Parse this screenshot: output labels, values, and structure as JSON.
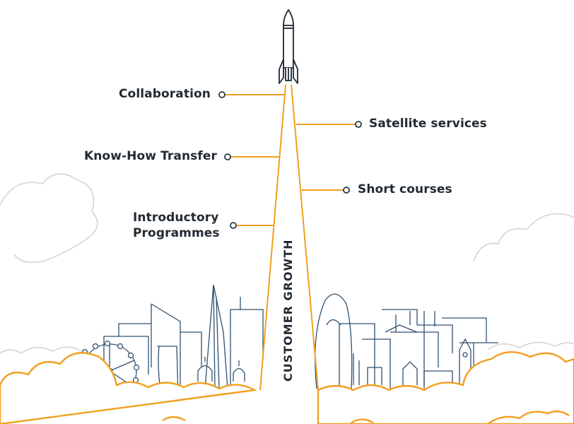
{
  "labels": {
    "collaboration": "Collaboration",
    "know_how": "Know-How Transfer",
    "introductory_line1": "Introductory",
    "introductory_line2": "Programmes",
    "satellite": "Satellite services",
    "short_courses": "Short courses",
    "vertical": "CUSTOMER GROWTH"
  },
  "colors": {
    "accent": "#f0a020",
    "line_dark": "#2b3a48",
    "cloud_gray": "#cfcfcf",
    "skyline": "#2f5070",
    "text": "#222a33"
  }
}
